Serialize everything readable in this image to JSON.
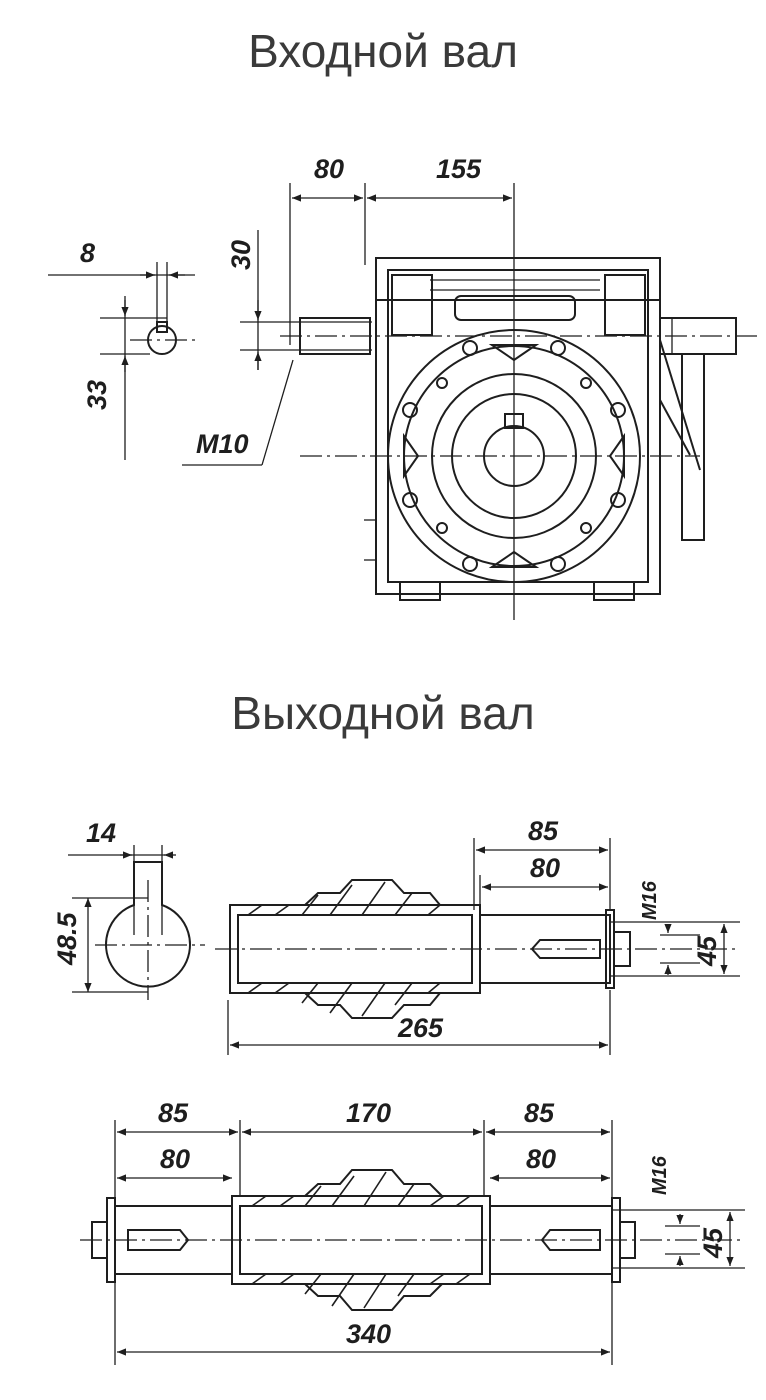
{
  "titles": {
    "input_shaft": "Входной вал",
    "output_shaft": "Выходной вал"
  },
  "input_dims": {
    "d80": "80",
    "d155": "155",
    "d8": "8",
    "d30": "30",
    "d33": "33",
    "thread": "M10"
  },
  "output_single_dims": {
    "d14": "14",
    "d48_5": "48.5",
    "d85": "85",
    "d80": "80",
    "thread": "M16",
    "d45": "45",
    "d265": "265"
  },
  "output_double_dims": {
    "d85_left": "85",
    "d170": "170",
    "d85_right": "85",
    "d80_left": "80",
    "d80_right": "80",
    "thread": "M16",
    "d45": "45",
    "d340": "340"
  }
}
